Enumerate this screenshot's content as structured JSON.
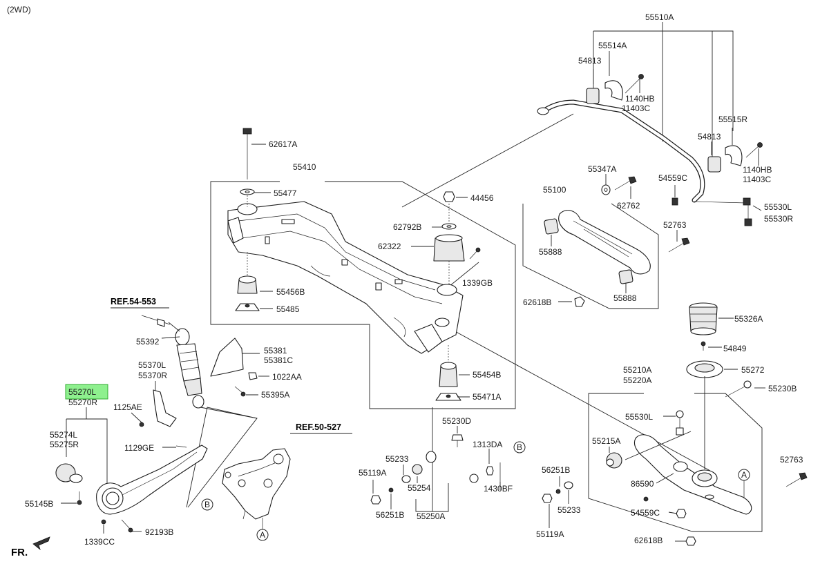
{
  "corner_label": "(2WD)",
  "direction_label": "FR.",
  "ref_labels": {
    "shock": "REF.54-553",
    "knuckle": "REF.50-527"
  },
  "callouts": {
    "a": "A",
    "b": "B"
  },
  "highlighted_part": "55270L",
  "parts": {
    "p55510A": "55510A",
    "p55514A": "55514A",
    "p54813a": "54813",
    "p1140HBa": "1140HB",
    "p11403Ca": "11403C",
    "p55515R": "55515R",
    "p54813b": "54813",
    "p1140HBb": "1140HB",
    "p11403Cb": "11403C",
    "p54559Ca": "54559C",
    "p55530L_a": "55530L",
    "p55530R": "55530R",
    "p62617A": "62617A",
    "p55410": "55410",
    "p55477": "55477",
    "p44456": "44456",
    "p62792B": "62792B",
    "p62322": "62322",
    "p1339GB": "1339GB",
    "p55456B": "55456B",
    "p55485": "55485",
    "p55100": "55100",
    "p55347A": "55347A",
    "p62762": "62762",
    "p52763a": "52763",
    "p55888a": "55888",
    "p55888b": "55888",
    "p62618Ba": "62618B",
    "p55392": "55392",
    "p55381": "55381",
    "p55381C": "55381C",
    "p1022AA": "1022AA",
    "p55370L": "55370L",
    "p55370R": "55370R",
    "p55395A": "55395A",
    "p1125AE": "1125AE",
    "p55270L": "55270L",
    "p55270R": "55270R",
    "p55274L": "55274L",
    "p55275R": "55275R",
    "p1129GE": "1129GE",
    "p55145B": "55145B",
    "p1339CC": "1339CC",
    "p92193B": "92193B",
    "p55454B": "55454B",
    "p55471A": "55471A",
    "p55230D": "55230D",
    "p1313DA": "1313DA",
    "p55233a": "55233",
    "p55119Aa": "55119A",
    "p55254": "55254",
    "p56251Ba": "56251B",
    "p55250A": "55250A",
    "p1430BF": "1430BF",
    "p56251Bb": "56251B",
    "p55233b": "55233",
    "p55119Ab": "55119A",
    "p55326A": "55326A",
    "p54849": "54849",
    "p55272": "55272",
    "p55210A": "55210A",
    "p55220A": "55220A",
    "p55230B": "55230B",
    "p55530L_b": "55530L",
    "p55215A": "55215A",
    "p52763b": "52763",
    "p86590": "86590",
    "p54559Cb": "54559C",
    "p62618Bb": "62618B"
  }
}
